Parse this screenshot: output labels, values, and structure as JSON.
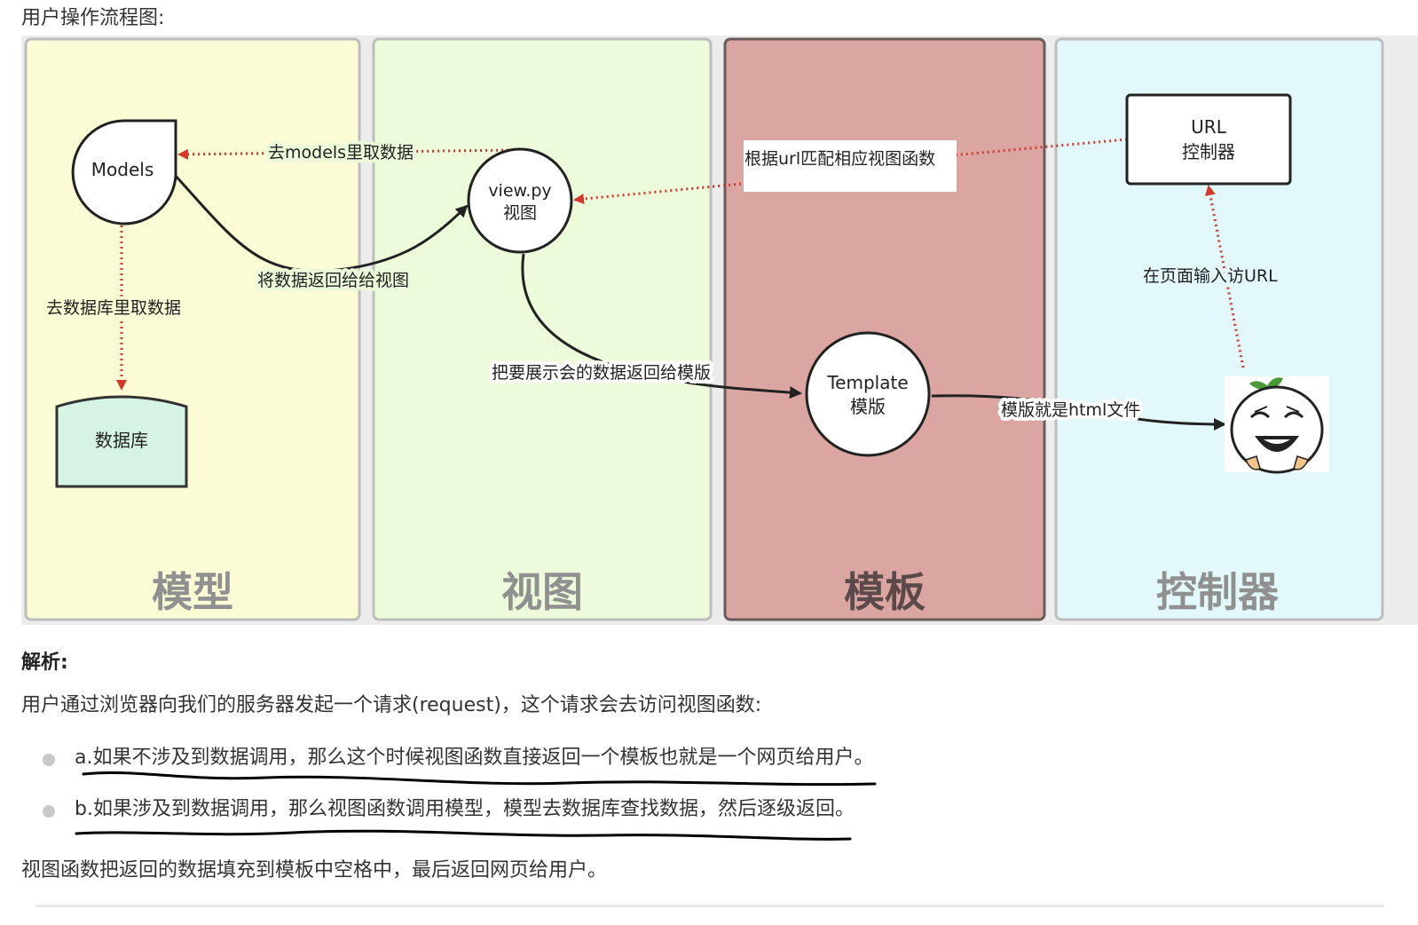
{
  "intro": "用户操作流程图:",
  "diagram": {
    "colors": {
      "model_panel": "#fbfbd6",
      "view_panel": "#ecfbd9",
      "template_panel": "#dba5a2",
      "controller_panel": "#e2f8fb",
      "database_fill": "#d6f4e3",
      "arrow_red": "#d2392c",
      "arrow_dark": "#222222",
      "panel_title": "#909090",
      "template_title": "#5c4a4a"
    },
    "panels": {
      "model": "模型",
      "view": "视图",
      "template": "模板",
      "controller": "控制器"
    },
    "nodes": {
      "models": "Models",
      "database": "数据库",
      "view_line1": "view.py",
      "view_line2": "视图",
      "template_line1": "Template",
      "template_line2": "模版",
      "url_line1": "URL",
      "url_line2": "控制器",
      "user_icon": "laughing-face-icon"
    },
    "edges": {
      "view_to_models": "去models里取数据",
      "models_to_db": "去数据库里取数据",
      "models_to_view": "将数据返回给给视图",
      "url_to_view": "根据url匹配相应视图函数",
      "view_to_template": "把要展示会的数据返回给模版",
      "template_to_user": "模版就是html文件",
      "user_to_url": "在页面输入访URL"
    }
  },
  "analysis": {
    "title": "解析:",
    "para1": "用户通过浏览器向我们的服务器发起一个请求(request)，这个请求会去访问视图函数:",
    "bullets": [
      "a.如果不涉及到数据调用，那么这个时候视图函数直接返回一个模板也就是一个网页给用户。",
      "b.如果涉及到数据调用，那么视图函数调用模型，模型去数据库查找数据，然后逐级返回。"
    ],
    "para2": "视图函数把返回的数据填充到模板中空格中，最后返回网页给用户。"
  }
}
